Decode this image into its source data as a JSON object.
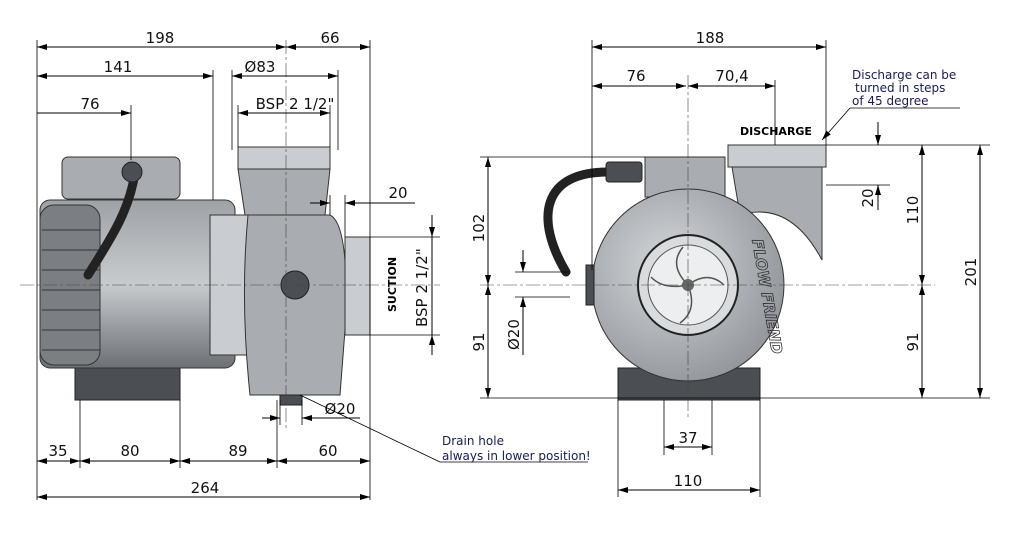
{
  "left_view": {
    "dims": {
      "d198": "198",
      "d66": "66",
      "d141": "141",
      "d83": "Ø83",
      "d76": "76",
      "bsp_out": "BSP 2 1/2\"",
      "d20": "20",
      "suction_label": "SUCTION",
      "bsp_in": "BSP 2 1/2\"",
      "d20_dia": "Ø20",
      "d35": "35",
      "d80": "80",
      "d89": "89",
      "d60": "60",
      "d264": "264"
    },
    "drain_note": [
      "Drain hole",
      "always in lower position!"
    ]
  },
  "right_view": {
    "dims": {
      "d188": "188",
      "d76": "76",
      "d70_4": "70,4",
      "d102": "102",
      "d91_left": "91",
      "d20_dia": "Ø20",
      "d20_right": "20",
      "d110_right": "110",
      "d91_right": "91",
      "d201": "201",
      "d37": "37",
      "d110_bottom": "110"
    },
    "discharge_label": "DISCHARGE",
    "discharge_note": [
      "Discharge can be",
      "turned in steps",
      "of 45 degree"
    ],
    "brand": "FLOW FRIEND"
  }
}
